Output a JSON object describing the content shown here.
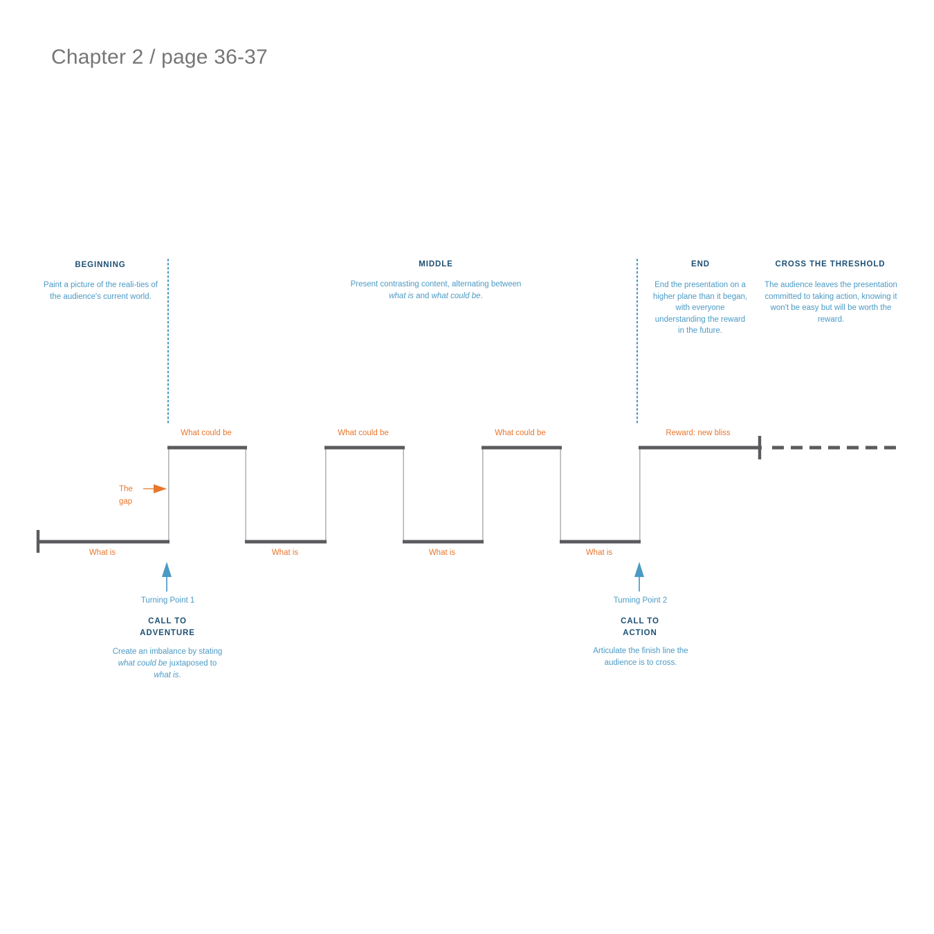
{
  "page": {
    "title": "Chapter 2 / page 36-37"
  },
  "colors": {
    "title_gray": "#767676",
    "heading_navy": "#1d4f73",
    "body_blue": "#4b9ac4",
    "accent_orange": "#e8762c",
    "wave_dark_gray": "#5b5b5f",
    "wave_light_gray": "#b9b9ba",
    "background": "#ffffff"
  },
  "sections": [
    {
      "id": "beginning",
      "heading": "BEGINNING",
      "description": "Paint a picture of the reali-ties of the audience's current world.",
      "description_parts": [
        {
          "text": "Paint a picture of the reali-ties of the audience's current world.",
          "italic": false
        }
      ]
    },
    {
      "id": "middle",
      "heading": "MIDDLE",
      "description": "Present contrasting content, alternating between what is and what could be.",
      "description_parts": [
        {
          "text": "Present contrasting content, alternating between ",
          "italic": false
        },
        {
          "text": "what is",
          "italic": true
        },
        {
          "text": " and ",
          "italic": false
        },
        {
          "text": "what could be",
          "italic": true
        },
        {
          "text": ".",
          "italic": false
        }
      ]
    },
    {
      "id": "end",
      "heading": "END",
      "description": "End the presentation on a higher plane than it began, with everyone understanding the reward in the future.",
      "description_parts": [
        {
          "text": "End the presentation on a higher plane than it began, with everyone understanding the reward in the future.",
          "italic": false
        }
      ]
    },
    {
      "id": "cross-the-threshold",
      "heading": "CROSS THE THRESHOLD",
      "description": "The audience leaves the presentation committed to taking action, knowing it won't be easy but will be worth the reward.",
      "description_parts": [
        {
          "text": "The audience leaves the presentation committed to taking action, knowing it won't be easy but will be worth the reward.",
          "italic": false
        }
      ]
    }
  ],
  "annotations": {
    "gap_line1": "The",
    "gap_line2": "gap",
    "gap_arrow": "arrow-right-icon"
  },
  "turning_points": [
    {
      "id": "turning-point-1",
      "name": "Turning Point 1",
      "title_line1": "CALL TO",
      "title_line2": "ADVENTURE",
      "description": "Create an imbalance by stating what could be juxtaposed to what is.",
      "description_parts": [
        {
          "text": "Create an imbalance by stating ",
          "italic": false
        },
        {
          "text": "what could be",
          "italic": true
        },
        {
          "text": " juxtaposed to ",
          "italic": false
        },
        {
          "text": "what is",
          "italic": true
        },
        {
          "text": ".",
          "italic": false
        }
      ]
    },
    {
      "id": "turning-point-2",
      "name": "Turning Point 2",
      "title_line1": "CALL TO",
      "title_line2": "ACTION",
      "description": "Articulate the finish line the audience is to cross.",
      "description_parts": [
        {
          "text": "Articulate the finish line the audience is to cross.",
          "italic": false
        }
      ]
    }
  ],
  "chart_data": {
    "type": "line",
    "title": "Chapter 2 / page 36-37",
    "subtitle": "Presentation sparkline: alternating what is / what could be",
    "xlabel": "",
    "ylabel": "",
    "grid": false,
    "legend": "none",
    "y_levels": {
      "low": 783,
      "high": 647
    },
    "x_range": [
      54,
      1296
    ],
    "waveform_points": [
      {
        "x": 54,
        "y": 783
      },
      {
        "x": 243,
        "y": 783
      },
      {
        "x": 243,
        "y": 647
      },
      {
        "x": 356,
        "y": 647
      },
      {
        "x": 356,
        "y": 783
      },
      {
        "x": 470,
        "y": 783
      },
      {
        "x": 470,
        "y": 647
      },
      {
        "x": 584,
        "y": 647
      },
      {
        "x": 584,
        "y": 783
      },
      {
        "x": 698,
        "y": 783
      },
      {
        "x": 698,
        "y": 647
      },
      {
        "x": 811,
        "y": 647
      },
      {
        "x": 811,
        "y": 783
      },
      {
        "x": 925,
        "y": 783
      },
      {
        "x": 925,
        "y": 647
      },
      {
        "x": 1100,
        "y": 647
      }
    ],
    "dashed_tail": {
      "x_start": 1116,
      "x_end": 1296,
      "y": 647
    },
    "end_caps": [
      {
        "x": 54,
        "y": 783,
        "label": "start-cap"
      },
      {
        "x": 1100,
        "y": 647,
        "label": "finish-line-cap"
      }
    ],
    "segment_labels": [
      {
        "label": "What is",
        "x": 148,
        "y": 800,
        "level": "low"
      },
      {
        "label": "What could be",
        "x": 298,
        "y": 627,
        "level": "high"
      },
      {
        "label": "What is",
        "x": 412,
        "y": 800,
        "level": "low"
      },
      {
        "label": "What could be",
        "x": 525,
        "y": 627,
        "level": "high"
      },
      {
        "label": "What is",
        "x": 639,
        "y": 800,
        "level": "low"
      },
      {
        "label": "What could be",
        "x": 752,
        "y": 627,
        "level": "high"
      },
      {
        "label": "What is",
        "x": 866,
        "y": 800,
        "level": "low"
      },
      {
        "label": "Reward: new bliss",
        "x": 1009,
        "y": 627,
        "level": "high"
      }
    ],
    "dotted_dividers": [
      {
        "x": 243,
        "y_top": 375,
        "y_bottom": 612
      },
      {
        "x": 921,
        "y_top": 375,
        "y_bottom": 612
      }
    ],
    "turning_point_markers": [
      {
        "x": 241,
        "y_tip": 812,
        "y_base": 855,
        "name": "Turning Point 1"
      },
      {
        "x": 924,
        "y_tip": 812,
        "y_base": 855,
        "name": "Turning Point 2"
      }
    ]
  }
}
